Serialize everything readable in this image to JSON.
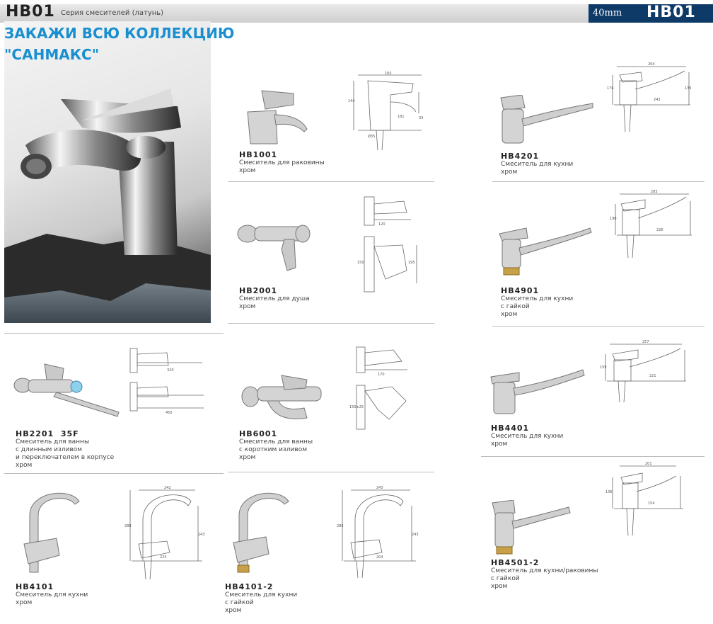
{
  "header": {
    "series_code": "HB01",
    "series_name": "Серия смесителей (латунь)",
    "badge_size": "40mm",
    "badge_code": "HB01"
  },
  "promo": {
    "line1": "ЗАКАЖИ ВСЮ КОЛЛЕКЦИЮ",
    "line2": "\"САНМАКС\""
  },
  "products": [
    {
      "code": "HB1001",
      "lines": [
        "Смеситель для раковины",
        "хром"
      ]
    },
    {
      "code": "HB2001",
      "lines": [
        "Смеситель для душа",
        "хром"
      ]
    },
    {
      "code": "HB2201  35F",
      "lines": [
        "Смеситель для ванны",
        "с длинным изливом",
        "и переключателем в корпусе",
        "хром"
      ]
    },
    {
      "code": "HB6001",
      "lines": [
        "Смеситель для ванны",
        "с коротким изливом",
        "хром"
      ]
    },
    {
      "code": "HB4101",
      "lines": [
        "Смеситель для кухни",
        "хром"
      ]
    },
    {
      "code": "HB4101-2",
      "lines": [
        "Смеситель для кухни",
        "с гайкой",
        "хром"
      ]
    },
    {
      "code": "HB4201",
      "lines": [
        "Смеситель для кухни",
        "хром"
      ]
    },
    {
      "code": "HB4901",
      "lines": [
        "Смеситель для кухни",
        "с гайкой",
        "хром"
      ]
    },
    {
      "code": "HB4401",
      "lines": [
        "Смеситель для кухни",
        "хром"
      ]
    },
    {
      "code": "HB4501-2",
      "lines": [
        "Смеситель для кухни/раковины",
        "с гайкой",
        "хром"
      ]
    }
  ],
  "drawing_dims": {
    "hb1001": [
      "165",
      "181",
      "144",
      "33",
      "Ø35"
    ],
    "hb2001": [
      "120",
      "150",
      "195"
    ],
    "hb2201": [
      "320",
      "450"
    ],
    "hb6001": [
      "170",
      "150±25"
    ],
    "hb4101": [
      "242",
      "288",
      "243",
      "225"
    ],
    "hb4101_2": [
      "243",
      "286",
      "243",
      "204"
    ],
    "hb4201": [
      "264",
      "243",
      "176",
      "135"
    ],
    "hb4901": [
      "283",
      "226",
      "190"
    ],
    "hb4401": [
      "257",
      "221",
      "159"
    ],
    "hb4501_2": [
      "201",
      "154",
      "136"
    ]
  },
  "colors": {
    "header_badge": "#0e3a68",
    "promo_text": "#1a8fd0",
    "chrome": "#b8b8b8"
  }
}
